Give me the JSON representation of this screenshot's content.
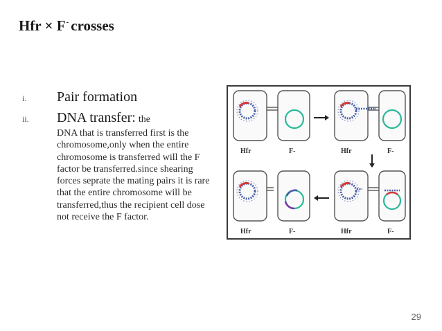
{
  "slide": {
    "title": {
      "prefix": "Hfr × F",
      "sup": "-",
      "suffix": "crosses"
    },
    "items": [
      {
        "number": "i.",
        "heading": "Pair formation"
      },
      {
        "number": "ii.",
        "heading": "DNA transfer:",
        "inline_note": "the",
        "description": "DNA that  is transferred first is the chromosome,only when the entire chromosome is transferred will the F factor be  transferred.since shearing  forces seprate the mating pairs  it is rare that the entire  chromosome will be  transferred,thus the recipient  cell dose not receive the F factor."
      }
    ],
    "page_number": "29"
  },
  "figure": {
    "labels": {
      "donor": "Hfr",
      "recipient": "F-"
    },
    "colors": {
      "donor_chromosome": "#4a5fa8",
      "transferred_dna": "#d23a3a",
      "recipient_chromosome": "#2db89a",
      "cell_outline": "#555555"
    }
  }
}
